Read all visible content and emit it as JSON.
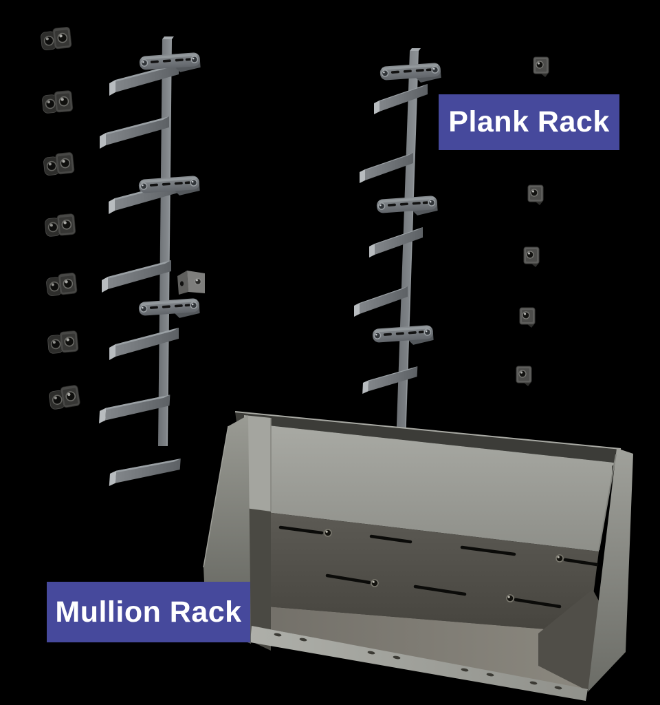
{
  "labels": {
    "plank": {
      "text": "Plank Rack"
    },
    "mullion": {
      "text": "Mullion Rack"
    }
  },
  "colors": {
    "background": "#000000",
    "label_background": "#46499c",
    "label_text": "#ffffff",
    "steel_gray": "#7b8084",
    "bin_gray": "#8f908a"
  },
  "illustration": {
    "parts": [
      "plank-rack-left",
      "plank-rack-right",
      "mounting-clamp-column-left",
      "mounting-clip-column-right",
      "corner-bracket",
      "mullion-rack-bin"
    ],
    "left_clamp_count": 7,
    "right_clip_count": 5
  }
}
